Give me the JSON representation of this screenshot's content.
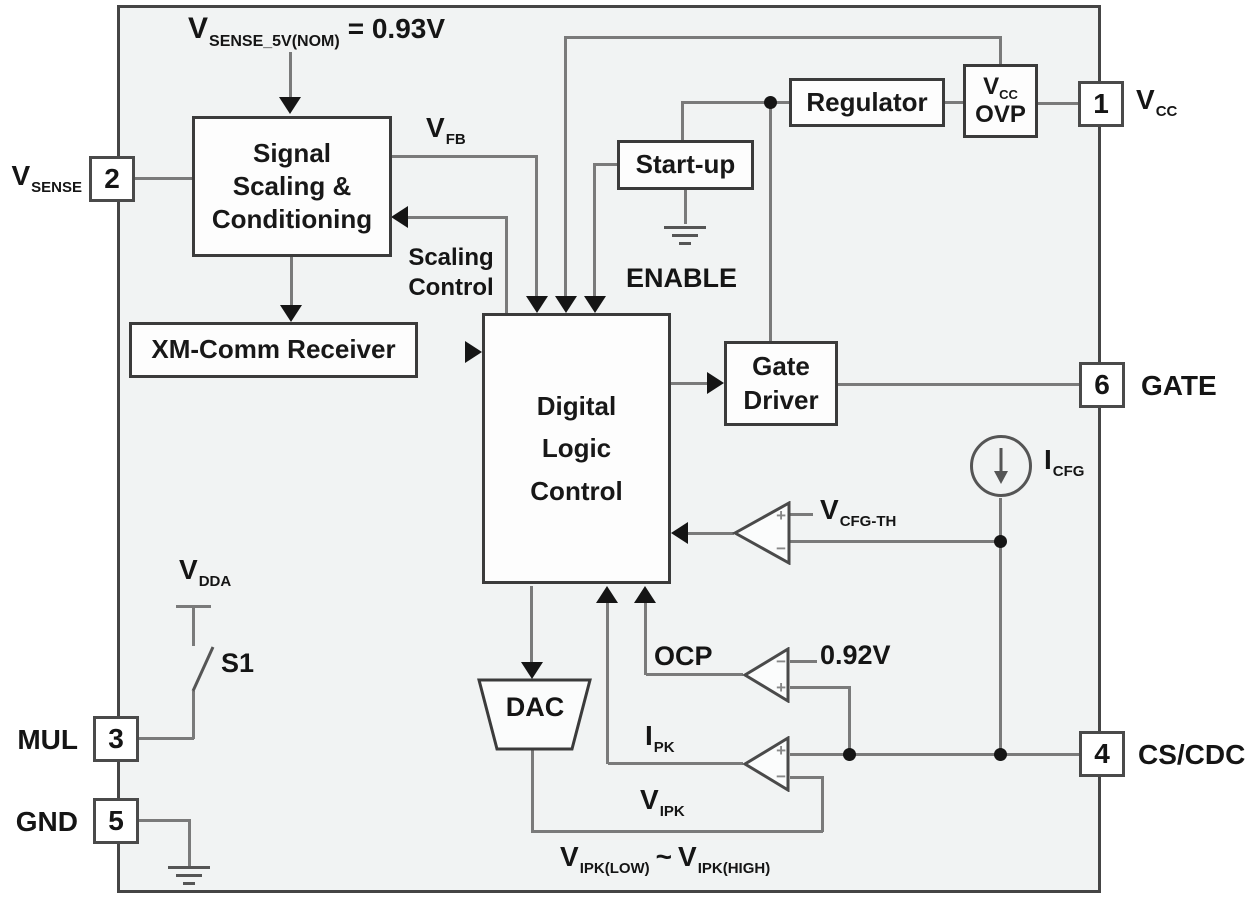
{
  "diagram": {
    "note": {
      "base": "V",
      "sub": "SENSE_5V(NOM)",
      "eq": "= 0.93V"
    },
    "blocks": {
      "signal_scaling": {
        "lines": [
          "Signal",
          "Scaling &",
          "Conditioning"
        ]
      },
      "xm_comm": {
        "label": "XM-Comm Receiver"
      },
      "digital_logic": {
        "lines": [
          "Digital",
          "Logic",
          "Control"
        ]
      },
      "startup": {
        "label": "Start-up"
      },
      "regulator": {
        "label": "Regulator"
      },
      "vcc_ovp": {
        "base": "V",
        "sub": "CC",
        "line2": "OVP"
      },
      "gate_driver": {
        "lines": [
          "Gate",
          "Driver"
        ]
      },
      "dac": {
        "label": "DAC"
      }
    },
    "pins": {
      "pin1": {
        "number": "1",
        "base": "V",
        "sub": "CC"
      },
      "pin2": {
        "number": "2",
        "base": "V",
        "sub": "SENSE"
      },
      "pin3": {
        "number": "3",
        "name": "MUL"
      },
      "pin4": {
        "number": "4",
        "name": "CS/CDC"
      },
      "pin5": {
        "number": "5",
        "name": "GND"
      },
      "pin6": {
        "number": "6",
        "name": "GATE"
      }
    },
    "signals": {
      "vfb": {
        "base": "V",
        "sub": "FB"
      },
      "scaling_control": {
        "lines": [
          "Scaling",
          "Control"
        ]
      },
      "enable": "ENABLE",
      "icfg": {
        "base": "I",
        "sub": "CFG"
      },
      "vcfg_th": {
        "base": "V",
        "sub": "CFG-TH"
      },
      "ocp": "OCP",
      "ocp_threshold": "0.92V",
      "ipk": {
        "base": "I",
        "sub": "PK"
      },
      "vipk": {
        "base": "V",
        "sub": "IPK"
      },
      "vipk_range": {
        "base1": "V",
        "sub1": "IPK(LOW)",
        "sep": "~",
        "base2": "V",
        "sub2": "IPK(HIGH)"
      },
      "vdda": {
        "base": "V",
        "sub": "DDA"
      },
      "s1": "S1"
    },
    "comparator": {
      "plus": "+",
      "minus": "−"
    },
    "colors": {
      "wire": "#7a7a7a",
      "block_border": "#3b3b3b",
      "ink": "#151515",
      "chip_bg": "#f1f3f3"
    }
  }
}
